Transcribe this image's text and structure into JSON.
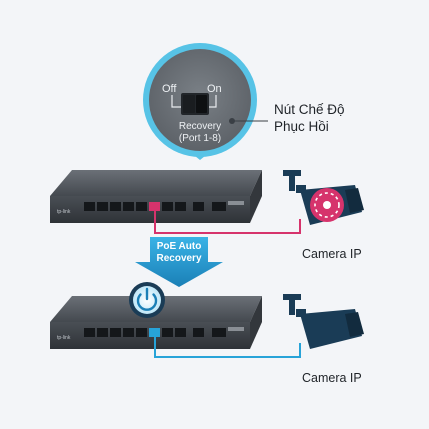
{
  "recovery_switch": {
    "off_label": "Off",
    "on_label": "On",
    "caption_line1": "Recovery",
    "caption_line2": "(Port 1-8)"
  },
  "callout": {
    "line1": "Nút Chế Độ",
    "line2": "Phục Hồi"
  },
  "feature_arrow": {
    "line1": "PoE Auto",
    "line2": "Recovery"
  },
  "cameras": [
    {
      "label": "Camera IP",
      "state": "fault",
      "color": "#e0457b"
    },
    {
      "label": "Camera IP",
      "state": "recovered",
      "color": "#1d8fc0"
    }
  ],
  "colors": {
    "camera_body": "#1a3c56",
    "fault_accent": "#d6336c",
    "recovery_accent": "#27a3d8",
    "switch_body": "#3a3f45"
  },
  "icons": [
    "power-icon",
    "security-camera-icon"
  ]
}
